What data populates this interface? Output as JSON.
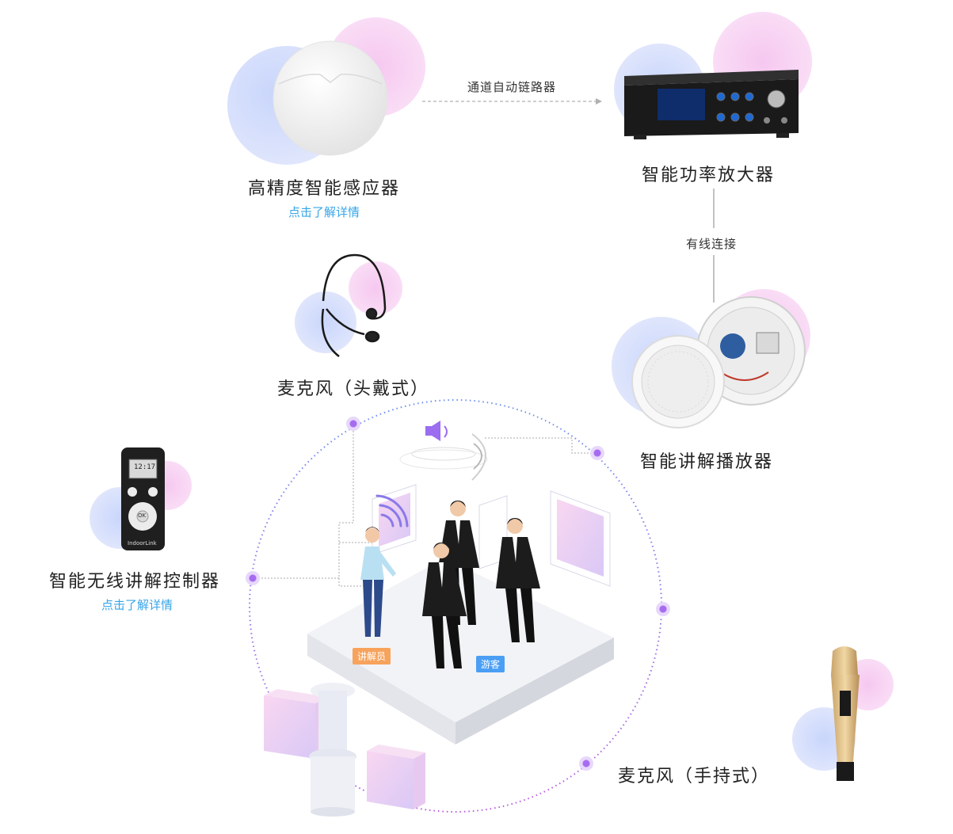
{
  "devices": {
    "sensor": {
      "label": "高精度智能感应器",
      "link": "点击了解详情"
    },
    "amplifier": {
      "label": "智能功率放大器"
    },
    "headset_mic": {
      "label": "麦克风（头戴式）"
    },
    "speaker": {
      "label": "智能讲解播放器"
    },
    "controller": {
      "label": "智能无线讲解控制器",
      "link": "点击了解详情",
      "screen_time": "12:17",
      "ok_key": "OK",
      "brand": "IndoorLink"
    },
    "handheld_mic": {
      "label": "麦克风（手持式）"
    }
  },
  "connections": {
    "sensor_to_amp": "通道自动链路器",
    "amp_to_speaker": "有线连接"
  },
  "scene": {
    "guide_tag": "讲解员",
    "visitor_tag": "游客"
  },
  "colors": {
    "accent_link": "#38a5e8",
    "guide_tag": "#f7a35c",
    "visitor_tag": "#4a9ff5",
    "dot": "#a66cf0"
  }
}
